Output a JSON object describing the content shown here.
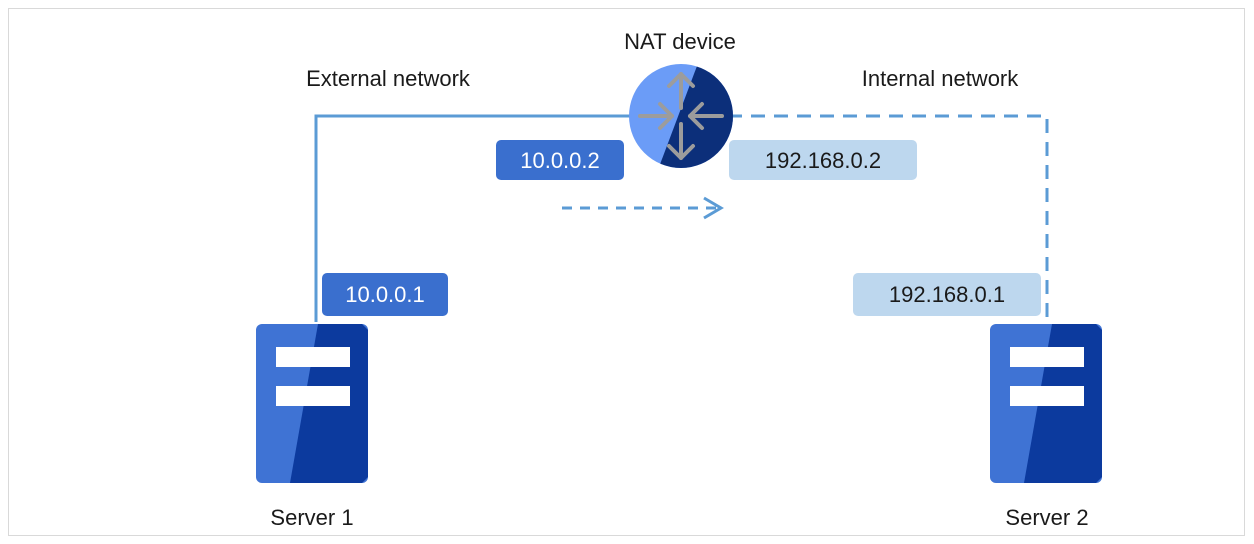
{
  "labels": {
    "nat_device": "NAT device",
    "external_network": "External network",
    "internal_network": "Internal network",
    "server1": "Server 1",
    "server2": "Server 2"
  },
  "addresses": {
    "nat_external": "10.0.0.2",
    "nat_internal": "192.168.0.2",
    "server1": "10.0.0.1",
    "server2": "192.168.0.1"
  },
  "colors": {
    "external_link": "#5b9bd5",
    "internal_link": "#5b9bd5",
    "external_ip_fill": "#3a6fce",
    "external_ip_text": "#ffffff",
    "internal_ip_fill": "#bdd7ee",
    "internal_ip_text": "#1a1a1a",
    "server_light": "#3f73d4",
    "server_dark": "#0c3a9e",
    "router_light": "#6b9cf7",
    "router_dark": "#0c2f7a",
    "router_arrows": "#9c9c9c"
  },
  "links": [
    {
      "from": "server1",
      "to": "nat_device",
      "style": "solid"
    },
    {
      "from": "nat_device",
      "to": "server2",
      "style": "dashed"
    }
  ],
  "flow_arrow": {
    "direction": "external-to-internal",
    "style": "dashed"
  }
}
